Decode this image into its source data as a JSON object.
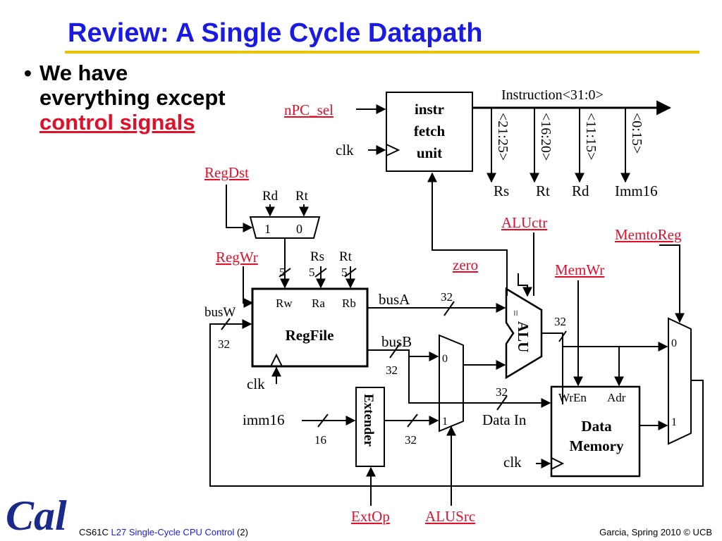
{
  "slide": {
    "title": "Review: A Single Cycle Datapath",
    "bullet_dot": "•",
    "bullet_text": "We have everything except ",
    "bullet_highlight": "control signals"
  },
  "diagram": {
    "instr_fetch": [
      "instr",
      "fetch",
      "unit"
    ],
    "instruction_label": "Instruction<31:0>",
    "fields": [
      {
        "bits": "<21:25>",
        "name": "Rs"
      },
      {
        "bits": "<16:20>",
        "name": "Rt"
      },
      {
        "bits": "<11:15>",
        "name": "Rd"
      },
      {
        "bits": "<0:15>",
        "name": "Imm16"
      }
    ],
    "signals": {
      "npc_sel": "nPC_sel",
      "regdst": "RegDst",
      "regwr": "RegWr",
      "aluctr": "ALUctr",
      "memtoreg": "MemtoReg",
      "memwr": "MemWr",
      "extop": "ExtOp",
      "alusrc": "ALUSrc"
    },
    "clk": "clk",
    "zero": "zero",
    "regdst_mux": {
      "in_rd": "Rd",
      "in_rt": "Rt",
      "sel1": "1",
      "sel0": "0"
    },
    "regfile": {
      "name": "RegFile",
      "rw": "Rw",
      "ra": "Ra",
      "rb": "Rb",
      "in_rs": "Rs",
      "in_rt": "Rt",
      "width5": "5"
    },
    "buses": {
      "busA": "busA",
      "busB": "busB",
      "busW": "busW",
      "imm16": "imm16",
      "data_in": "Data In",
      "w32": "32",
      "w16": "16"
    },
    "extender": "Extender",
    "alu": {
      "name": "ALU",
      "eq": "="
    },
    "mux_sel": {
      "zero": "0",
      "one": "1"
    },
    "data_memory": {
      "name1": "Data",
      "name2": "Memory",
      "wren": "WrEn",
      "adr": "Adr"
    }
  },
  "footer": {
    "course": "CS61C",
    "lecture": "L27 Single-Cycle CPU Control",
    "page": "(2)",
    "credit": "Garcia, Spring 2010 © UCB"
  },
  "logo_text": "Cal",
  "colors": {
    "title": "#1a1ae6",
    "rule": "#e8c400",
    "signal": "#e0102a",
    "logo": "#1a2a8a"
  }
}
